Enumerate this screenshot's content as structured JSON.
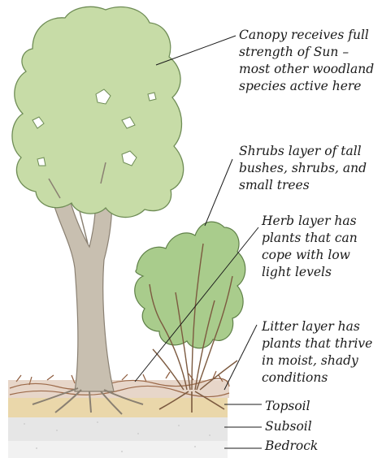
{
  "labels": {
    "canopy": "Canopy receives full\nstrength of Sun –\nmost other woodland\nspecies active here",
    "shrubs": "Shrubs layer of tall\nbushes, shrubs, and\nsmall trees",
    "herb": "Herb layer has\nplants that can\ncope with low\nlight levels",
    "litter": "Litter layer has\nplants that thrive\nin moist, shady\nconditions",
    "topsoil": "Topsoil",
    "subsoil": "Subsoil",
    "bedrock": "Bedrock"
  },
  "colors": {
    "foliage": "#c6dca6",
    "foliage_edge": "#6e8c55",
    "shrub_foliage": "#a9cc8c",
    "trunk": "#c8bfb0",
    "topsoil": "#e9d6a9",
    "subsoil": "#e7e7e7",
    "bedrock": "#f1f1f1",
    "branch": "#7c5a40",
    "litter": "#8c5a3c"
  }
}
